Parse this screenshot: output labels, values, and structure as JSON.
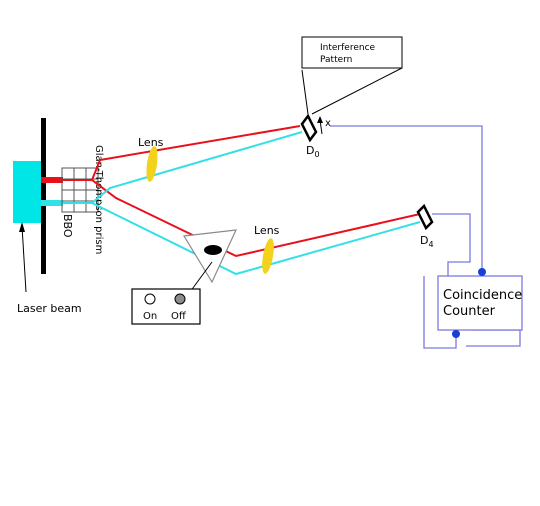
{
  "labels": {
    "interference_pattern_line1": "Interference",
    "interference_pattern_line2": "Pattern",
    "x_marker": "x",
    "detector_d0": "D",
    "detector_d0_sub": "0",
    "detector_d4": "D",
    "detector_d4_sub": "4",
    "lens_top": "Lens",
    "lens_bottom": "Lens",
    "glan_thompson": "Glan-Thompson prism",
    "bbo": "BBO",
    "laser_beam": "Laser beam",
    "coincidence_line1": "Coincidence",
    "coincidence_line2": "Counter",
    "switch_on": "On",
    "switch_off": "Off"
  },
  "colors": {
    "red_beam": "#e8101a",
    "cyan_beam": "#33e0e8",
    "laser_source": "#00e5e5",
    "wire": "#7a7ae0",
    "lens": "#f2d21a",
    "node": "#1a3fd6",
    "frame": "#000000"
  }
}
